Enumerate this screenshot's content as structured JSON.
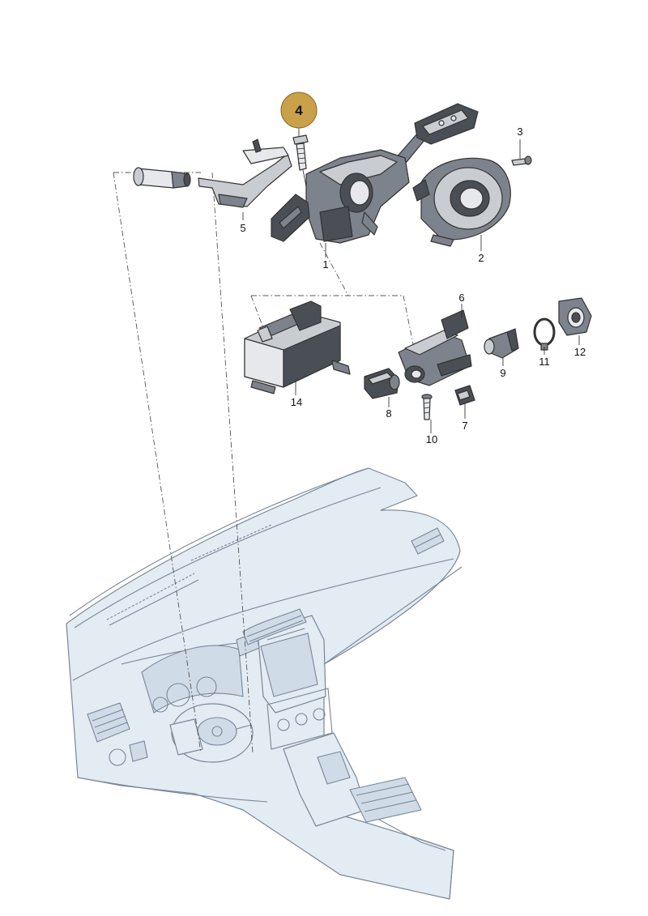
{
  "callout": {
    "number": "4",
    "color": "#c9a14a"
  },
  "parts": [
    {
      "id": "1",
      "label": "1"
    },
    {
      "id": "2",
      "label": "2"
    },
    {
      "id": "3",
      "label": "3"
    },
    {
      "id": "5",
      "label": "5"
    },
    {
      "id": "6",
      "label": "6"
    },
    {
      "id": "7",
      "label": "7"
    },
    {
      "id": "8",
      "label": "8"
    },
    {
      "id": "9",
      "label": "9"
    },
    {
      "id": "10",
      "label": "10"
    },
    {
      "id": "11",
      "label": "11"
    },
    {
      "id": "12",
      "label": "12"
    },
    {
      "id": "14",
      "label": "14"
    }
  ],
  "colors": {
    "dashboard": "#e3ebf3",
    "dashboard_line": "#7a8797",
    "parts": "#4a4e55"
  }
}
